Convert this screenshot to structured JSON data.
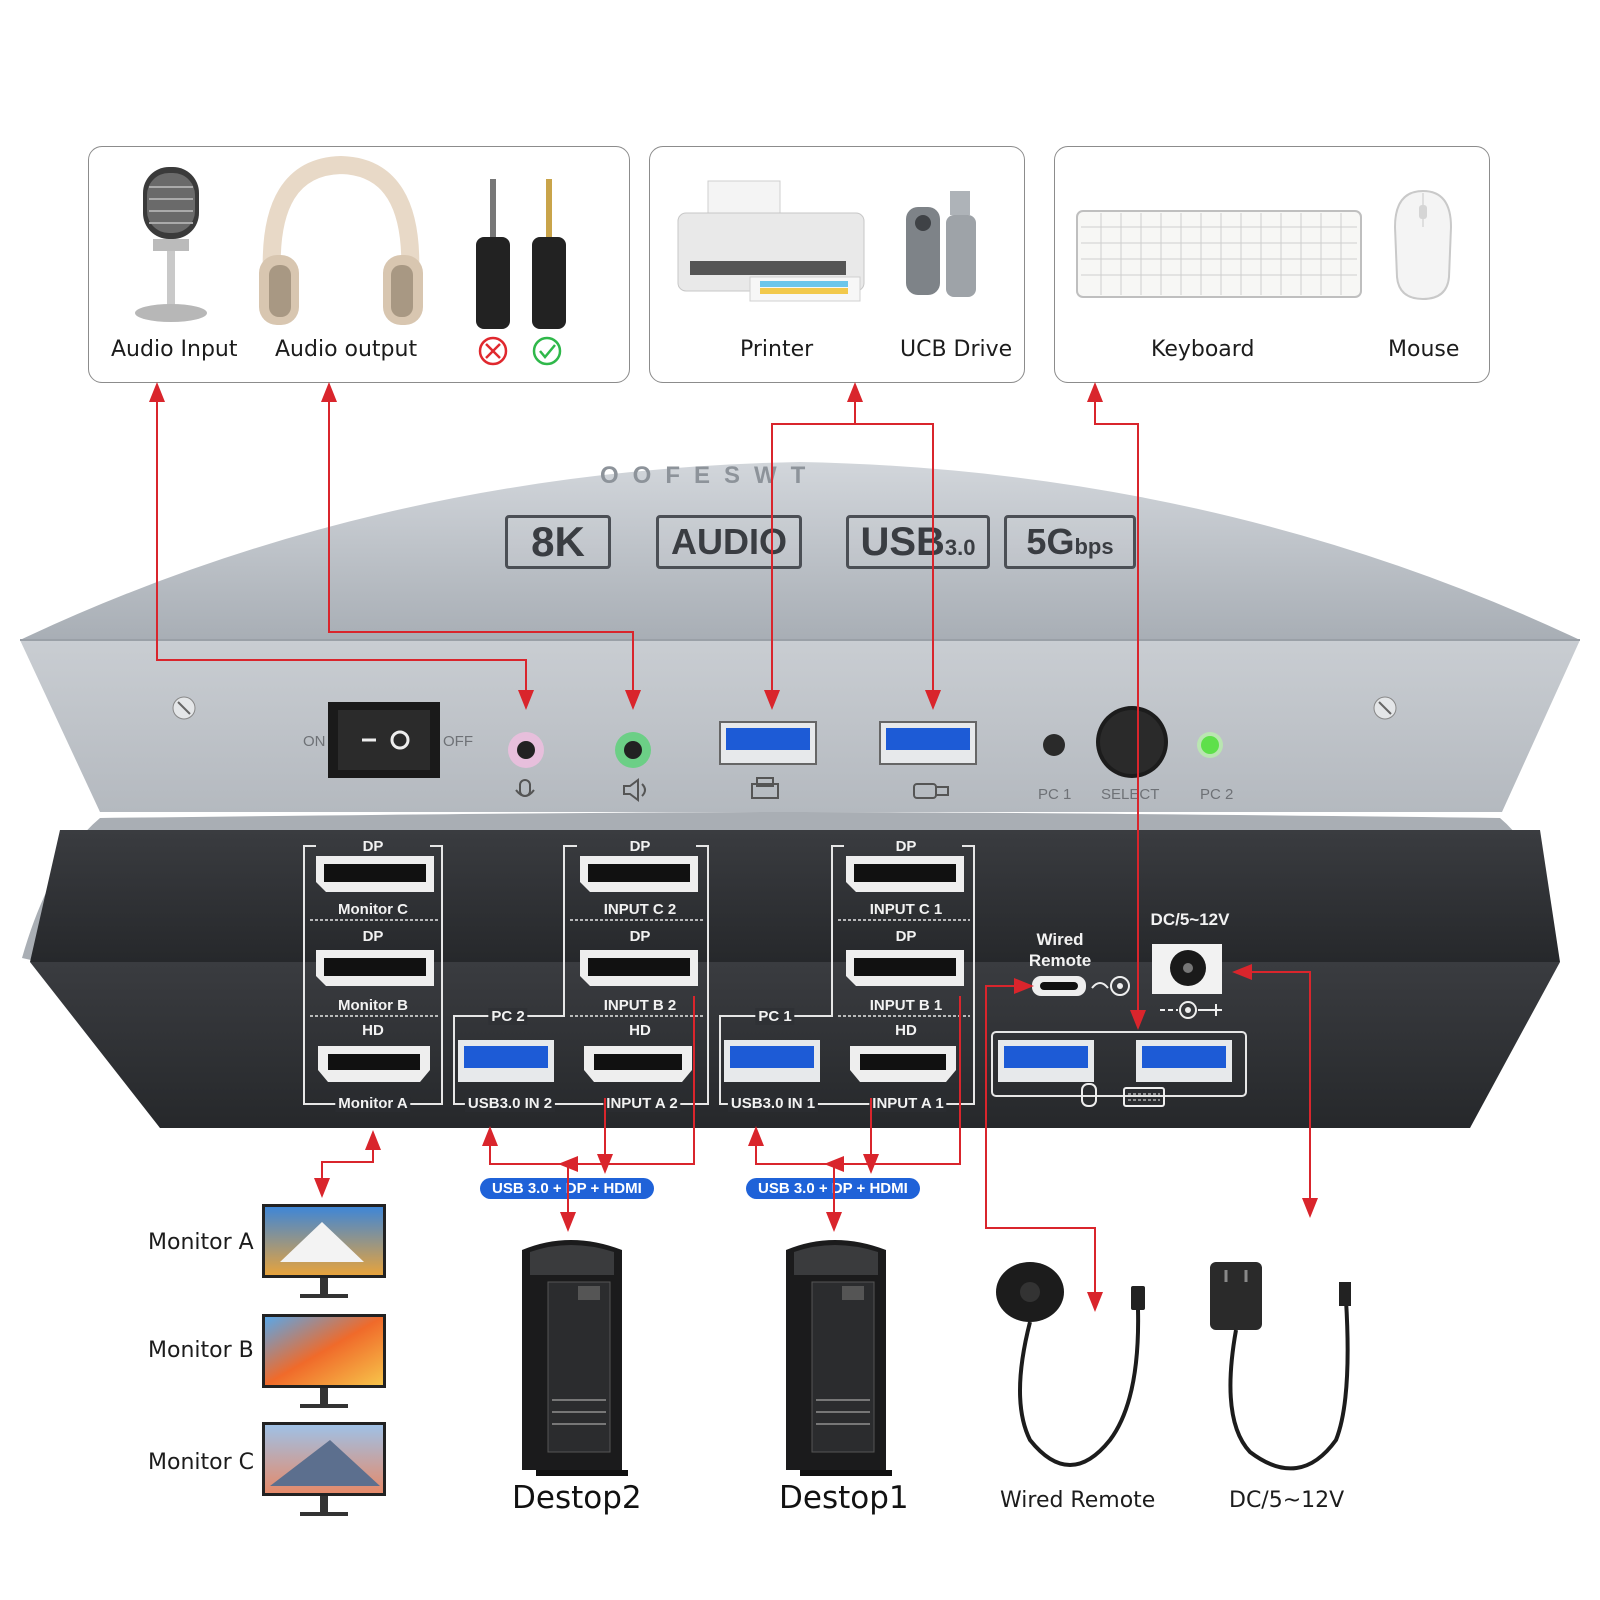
{
  "cards": {
    "audio": {
      "input_label": "Audio Input",
      "output_label": "Audio output"
    },
    "usb": {
      "printer_label": "Printer",
      "drive_label": "UCB Drive"
    },
    "hid": {
      "keyboard_label": "Keyboard",
      "mouse_label": "Mouse"
    }
  },
  "front": {
    "brand_text": "OOFESWT",
    "badges": [
      "8K",
      "AUDIO",
      "USB",
      "3.0",
      "5G",
      "bps"
    ],
    "power_on": "ON",
    "power_off": "OFF",
    "pc1_label": "PC 1",
    "select_label": "SELECT",
    "pc2_label": "PC 2"
  },
  "back": {
    "group_monitor": {
      "dp1": "DP",
      "cap1": "Monitor C",
      "dp2": "DP",
      "cap2": "Monitor B",
      "hd": "HD",
      "cap3": "Monitor A"
    },
    "group_pc2": {
      "dp1": "DP",
      "cap1": "INPUT C 2",
      "dp2": "DP",
      "cap2": "INPUT B 2",
      "hd": "HD",
      "cap3": "INPUT A 2",
      "pc": "PC 2",
      "usb": "USB3.0 IN 2"
    },
    "group_pc1": {
      "dp1": "DP",
      "cap1": "INPUT C 1",
      "dp2": "DP",
      "cap2": "INPUT B 1",
      "hd": "HD",
      "cap3": "INPUT A 1",
      "pc": "PC 1",
      "usb": "USB3.0 IN 1"
    },
    "wired_remote_line1": "Wired",
    "wired_remote_line2": "Remote",
    "dc_label": "DC/5~12V"
  },
  "bottom": {
    "monitors": [
      "Monitor A",
      "Monitor B",
      "Monitor C"
    ],
    "pill": "USB 3.0 + DP + HDMI",
    "desktop2": "Destop2",
    "desktop1": "Destop1",
    "remote": "Wired Remote",
    "dc": "DC/5~12V"
  },
  "colors": {
    "arrow": "#d9252c",
    "usb_blue": "#1d5bd6",
    "pill_blue": "#1f62d8",
    "panel_silver": "#c4c9cf",
    "panel_dark": "#2f3135",
    "led_green": "#5ee04a"
  }
}
